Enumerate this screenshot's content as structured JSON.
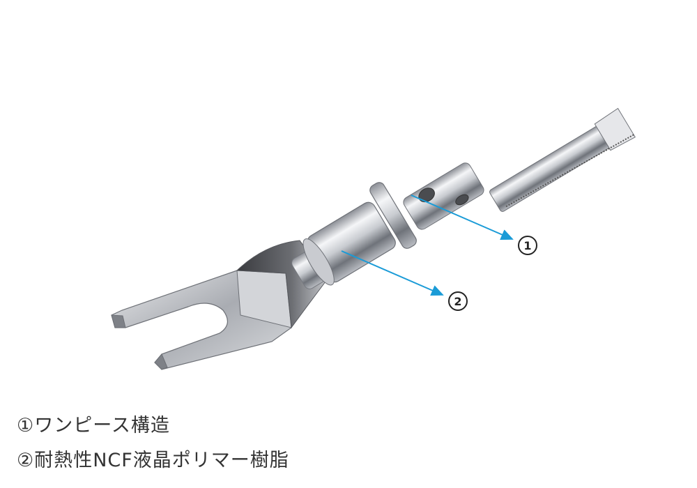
{
  "callouts": [
    {
      "marker": "1",
      "arrow_color": "#1a9bd7"
    },
    {
      "marker": "2",
      "arrow_color": "#1a9bd7"
    }
  ],
  "captions": {
    "item1": "①ワンピース構造",
    "item2": "②耐熱性NCF液晶ポリマー樹脂"
  }
}
